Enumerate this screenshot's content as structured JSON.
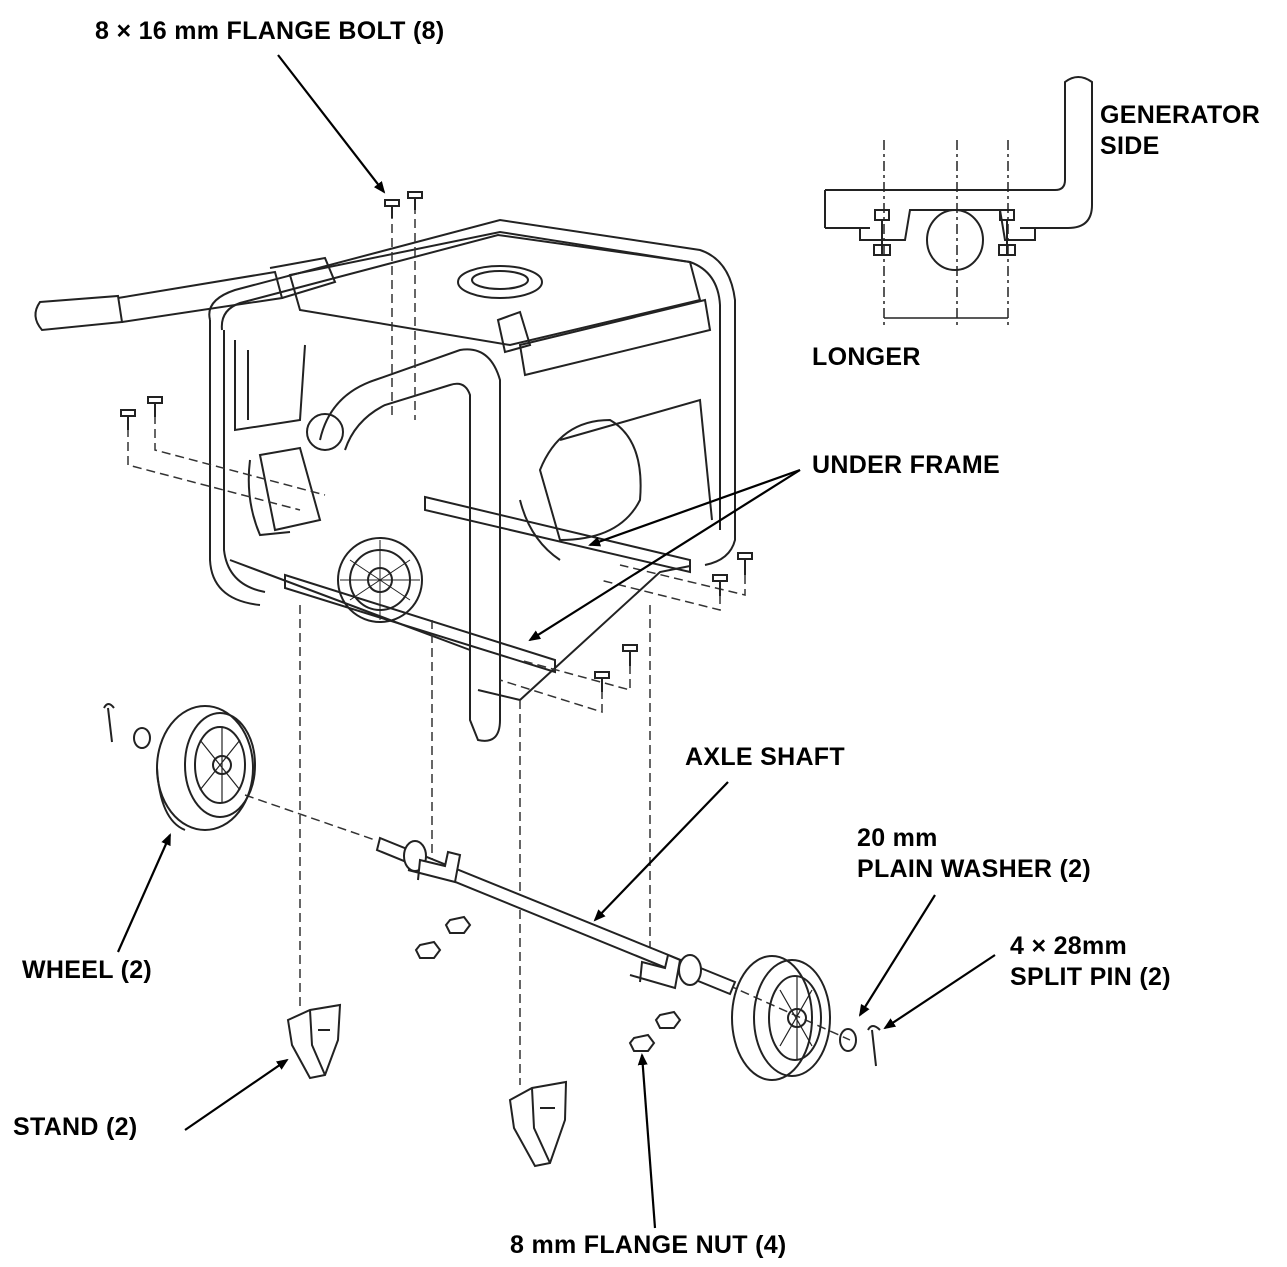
{
  "labels": {
    "flange_bolt": "8 × 16 mm FLANGE BOLT (8)",
    "generator_side_1": "GENERATOR",
    "generator_side_2": "SIDE",
    "longer": "LONGER",
    "under_frame": "UNDER FRAME",
    "axle_shaft": "AXLE SHAFT",
    "plain_washer_1": "20 mm",
    "plain_washer_2": "PLAIN WASHER (2)",
    "split_pin_1": "4 × 28mm",
    "split_pin_2": "SPLIT PIN (2)",
    "wheel": "WHEEL (2)",
    "stand": "STAND (2)",
    "flange_nut": "8 mm FLANGE NUT (4)"
  },
  "colors": {
    "ink": "#000000",
    "line": "#222222",
    "paper": "#ffffff"
  }
}
